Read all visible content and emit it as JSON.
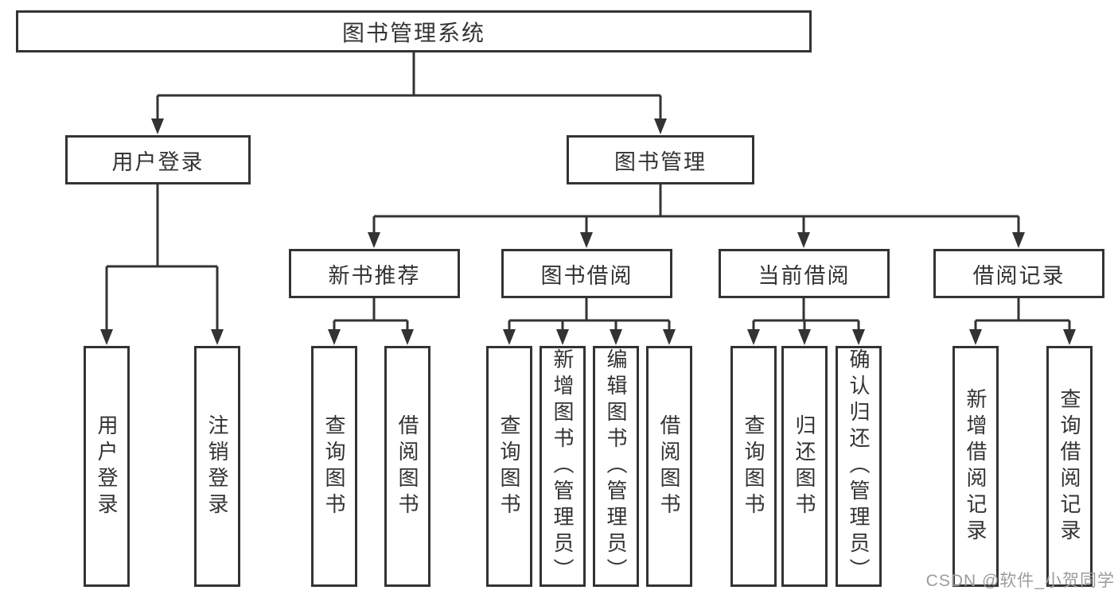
{
  "diagram": {
    "root": {
      "label": "图书管理系统",
      "children": [
        {
          "label": "用户登录",
          "children": [
            {
              "label": "用户登录"
            },
            {
              "label": "注销登录"
            }
          ]
        },
        {
          "label": "图书管理",
          "children": [
            {
              "label": "新书推荐",
              "children": [
                {
                  "label": "查询图书"
                },
                {
                  "label": "借阅图书"
                }
              ]
            },
            {
              "label": "图书借阅",
              "children": [
                {
                  "label": "查询图书"
                },
                {
                  "label": "新增图书（管理员）"
                },
                {
                  "label": "编辑图书（管理员）"
                },
                {
                  "label": "借阅图书"
                }
              ]
            },
            {
              "label": "当前借阅",
              "children": [
                {
                  "label": "查询图书"
                },
                {
                  "label": "归还图书"
                },
                {
                  "label": "确认归还（管理员）"
                }
              ]
            },
            {
              "label": "借阅记录",
              "children": [
                {
                  "label": "新增借阅记录"
                },
                {
                  "label": "查询借阅记录"
                }
              ]
            }
          ]
        }
      ]
    },
    "watermark": "CSDN @软件_小贺同学",
    "colors": {
      "line": "#333333",
      "box_border": "#333333",
      "box_fill": "#ffffff",
      "text": "#333333",
      "watermark": "#9c9c9c",
      "background": "#ffffff"
    }
  }
}
